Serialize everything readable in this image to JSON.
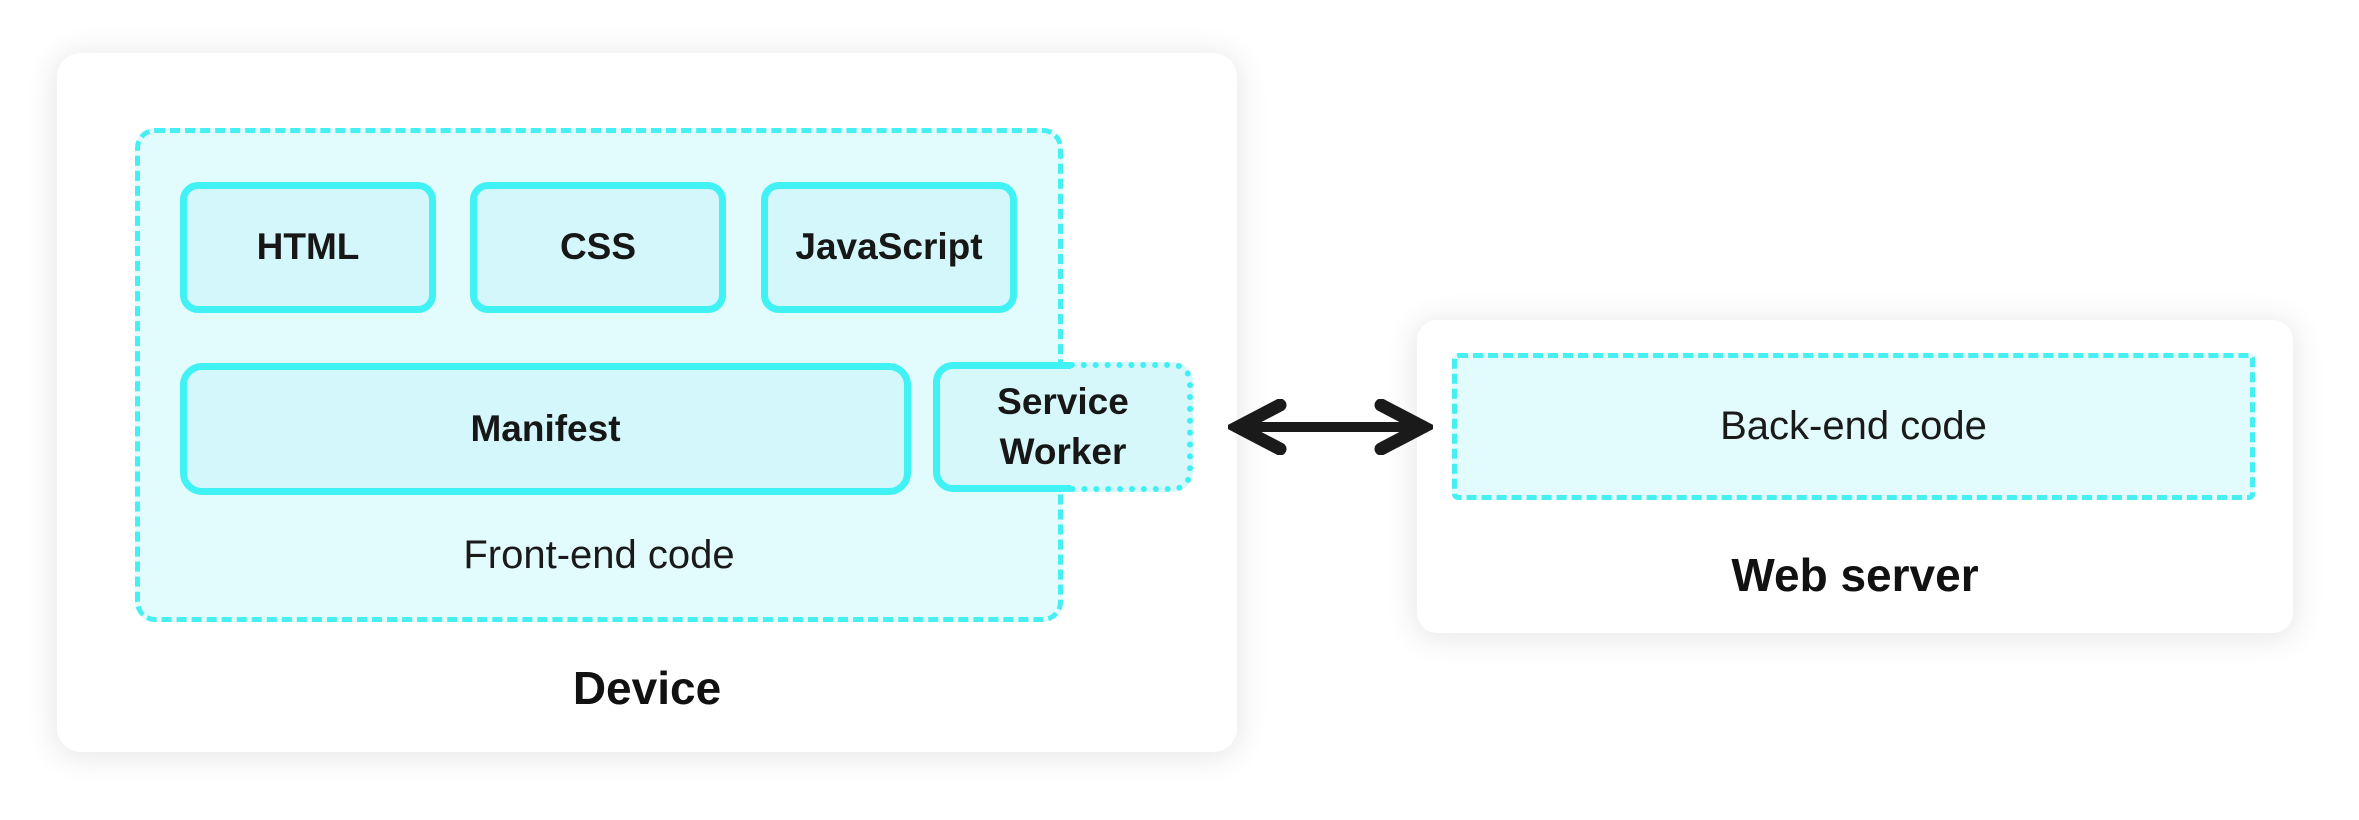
{
  "device_card": {
    "label": "Device",
    "frontend_group": {
      "label": "Front-end code",
      "file_boxes": [
        {
          "label": "HTML"
        },
        {
          "label": "CSS"
        },
        {
          "label": "JavaScript"
        }
      ],
      "manifest_label": "Manifest"
    },
    "service_worker_label": "Service Worker"
  },
  "server_card": {
    "label": "Web server",
    "backend_label": "Back-end code"
  },
  "arrow": {
    "type": "double-headed-horizontal",
    "color": "#1a1a1a"
  },
  "colors": {
    "cyan_border": "#41f2f5",
    "cyan_dashed_border": "#45eff2",
    "box_fill": "#d3f7fa",
    "group_fill": "#e2fbfd",
    "card_background": "#ffffff",
    "page_background": "#ffffff",
    "text": "#171717"
  }
}
